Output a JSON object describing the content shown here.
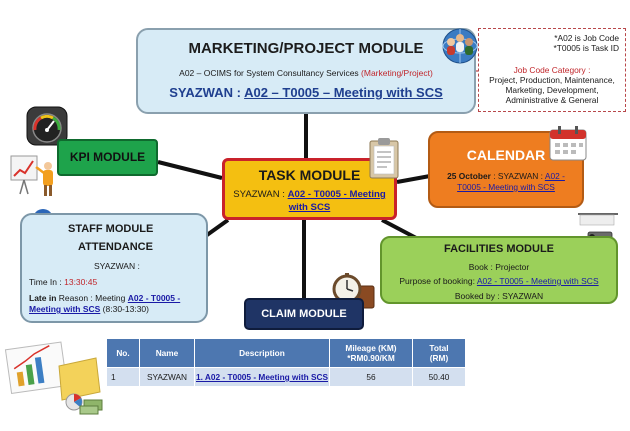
{
  "marketing": {
    "title": "MARKETING/PROJECT MODULE",
    "subtitle_prefix": "A02 – OCIMS  for System Consultancy Services ",
    "subtitle_tag": "(Marketing/Project)",
    "job_prefix": "SYAZWAN : ",
    "job_link": "A02 – T0005 – Meeting with SCS"
  },
  "notes": {
    "job_code_note": "*A02 is Job Code",
    "task_id_note": "*T0005 is Task ID",
    "category_title": "Job Code Category :",
    "category_list": "Project, Production, Maintenance, Marketing, Development, Administrative & General"
  },
  "kpi": {
    "label": "KPI MODULE"
  },
  "task": {
    "title": "TASK  MODULE",
    "user_prefix": "SYAZWAN : ",
    "link": "A02 - T0005 - Meeting with SCS"
  },
  "calendar": {
    "title": "CALENDAR",
    "date": "25 October",
    "user_text": " : SYAZWAN  : ",
    "link": "A02 - T0005 - Meeting with SCS"
  },
  "staff": {
    "title": "STAFF MODULE",
    "subtitle": "ATTENDANCE",
    "user": "SYAZWAN :",
    "time_in_label": "Time In : ",
    "time_in_value": "13:30:45",
    "late_label": "Late in",
    "reason_prefix": " Reason : Meeting ",
    "link": "A02 - T0005 - Meeting with SCS",
    "time_range": " (8:30-13:30)"
  },
  "facilities": {
    "title": "FACILITIES  MODULE",
    "book": "Book : Projector",
    "purpose_label": "Purpose of booking: ",
    "purpose_link": "A02 - T0005 - Meeting with SCS",
    "booked_by": "Booked by  : SYAZWAN"
  },
  "claim": {
    "label": "CLAIM MODULE",
    "headers": {
      "no": "No.",
      "name": "Name",
      "description": "Description",
      "mileage": "Mileage (KM)",
      "mileage_rate": "*RM0.90/KM",
      "total": "Total",
      "total_unit": "(RM)"
    },
    "rows": [
      {
        "no": "1",
        "name": "SYAZWAN",
        "description": "1. A02 - T0005 - Meeting with SCS",
        "mileage": "56",
        "total": "50.40"
      }
    ]
  },
  "icons": [
    "people-globe-icon",
    "gauge-icon",
    "presenter-chart-icon",
    "clipboard-icon",
    "calendar-icon",
    "user-avatar-icon",
    "stopwatch-icon",
    "projector-icon",
    "finance-documents-icon"
  ],
  "colors": {
    "marketing_bg": "#d7ebf6",
    "kpi_green": "#1ea34b",
    "task_yellow": "#f4bf11",
    "task_border": "#c9222b",
    "calendar_orange": "#ee7d20",
    "facilities_green": "#9bd05a",
    "claim_navy": "#1f3465",
    "table_header": "#4d77b0",
    "link_blue": "#1a1aa6",
    "accent_red": "#c0262b"
  }
}
